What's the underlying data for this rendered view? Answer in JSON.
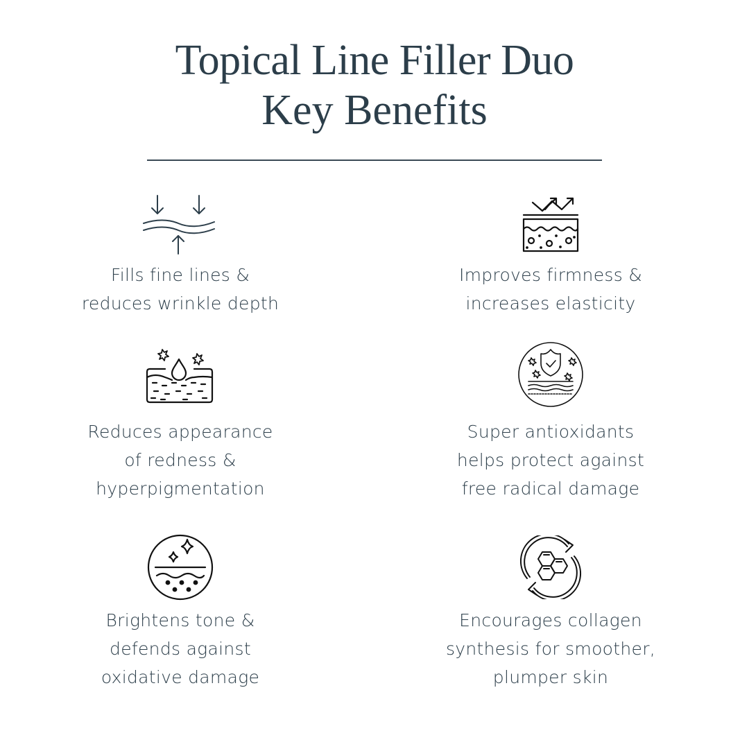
{
  "header": {
    "title_line1": "Topical Line Filler Duo",
    "title_line2": "Key Benefits"
  },
  "colors": {
    "text": "#2c3e4a",
    "rule": "#3a4a55",
    "icon_left": "#2c3e4a",
    "icon_right": "#111111",
    "background": "#ffffff"
  },
  "benefits": [
    {
      "icon": "wave-compression-arrows-icon",
      "lines": [
        "Fills fine lines &",
        "reduces wrinkle depth"
      ]
    },
    {
      "icon": "skin-layer-firmness-arrows-icon",
      "lines": [
        "Improves firmness &",
        "increases elasticity"
      ]
    },
    {
      "icon": "skin-droplet-sparkle-icon",
      "lines": [
        "Reduces appearance",
        "of redness &",
        "hyperpigmentation"
      ]
    },
    {
      "icon": "shield-check-circle-icon",
      "lines": [
        "Super antioxidants",
        "helps protect against",
        "free radical damage"
      ]
    },
    {
      "icon": "sparkle-skin-circle-icon",
      "lines": [
        "Brightens tone &",
        "defends against",
        "oxidative damage"
      ]
    },
    {
      "icon": "collagen-molecule-cycle-icon",
      "lines": [
        "Encourages collagen",
        "synthesis for smoother,",
        "plumper skin"
      ]
    }
  ]
}
